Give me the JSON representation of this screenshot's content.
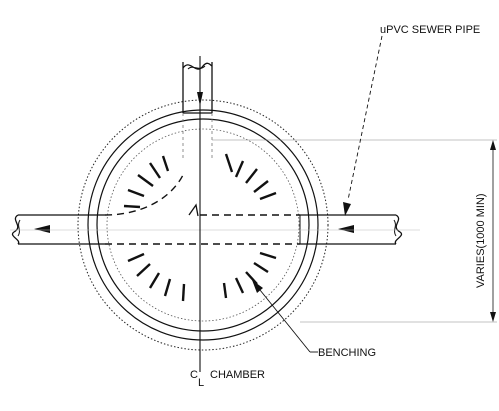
{
  "labels": {
    "pipe": "uPVC SEWER PIPE",
    "varies": "VARIES(1000 MIN)",
    "benching": "BENCHING",
    "chamber_prefix": "C",
    "chamber_l": "L",
    "chamber_text": "CHAMBER"
  },
  "colors": {
    "line": "#111111",
    "faint": "#9a9a9a",
    "background": "#ffffff"
  }
}
